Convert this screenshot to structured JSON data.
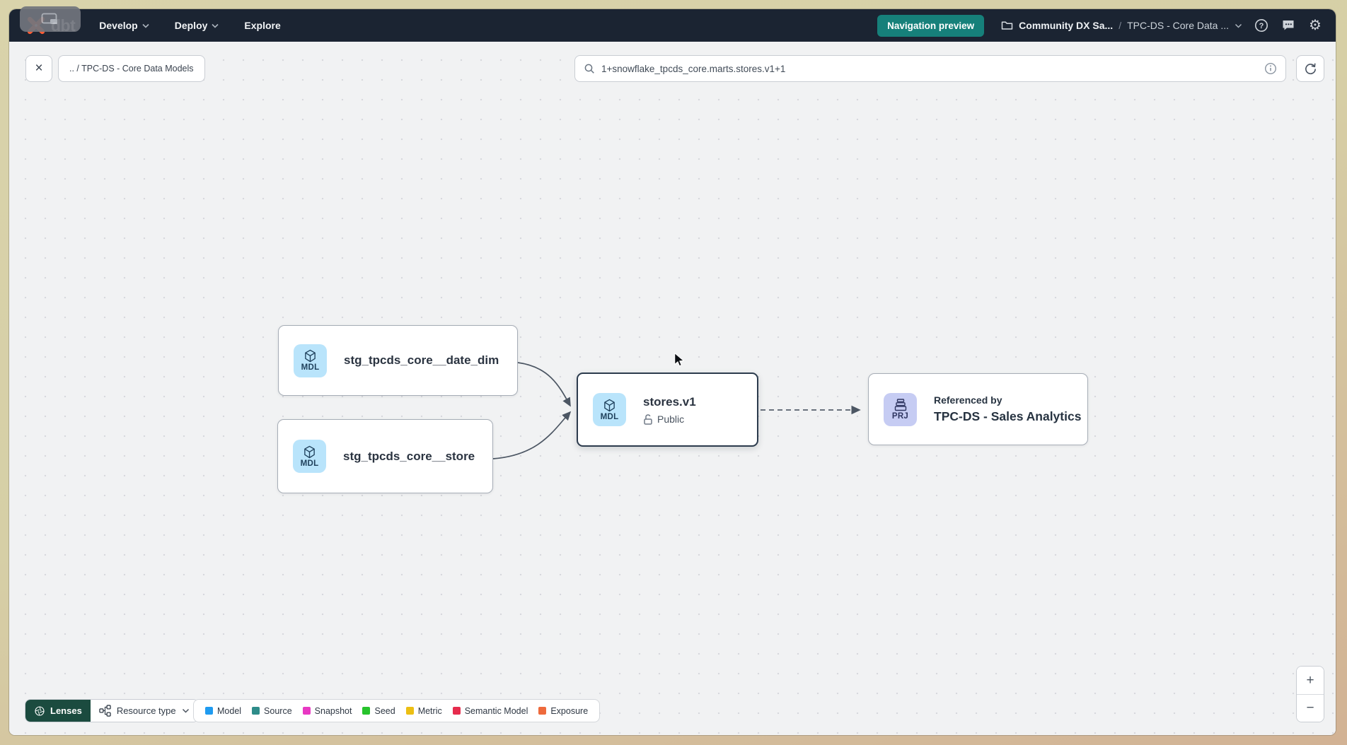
{
  "navbar": {
    "logo_text": "dbt",
    "menu_develop": "Develop",
    "menu_deploy": "Deploy",
    "menu_explore": "Explore",
    "preview_badge": "Navigation preview",
    "breadcrumb_account": "Community DX Sa...",
    "breadcrumb_separator": "/",
    "breadcrumb_project": "TPC-DS - Core Data ..."
  },
  "toolbar": {
    "close_glyph": "×",
    "path_chip": ".. / TPC-DS - Core Data Models",
    "search_value": "1+snowflake_tpcds_core.marts.stores.v1+1"
  },
  "graph": {
    "node_date_dim": {
      "badge": "MDL",
      "label": "stg_tpcds_core__date_dim"
    },
    "node_store": {
      "badge": "MDL",
      "label": "stg_tpcds_core__store"
    },
    "node_stores_v1": {
      "badge": "MDL",
      "label": "stores.v1",
      "access": "Public"
    },
    "node_referenced_project": {
      "badge": "PRJ",
      "title": "Referenced by",
      "label": "TPC-DS - Sales Analytics"
    }
  },
  "footer": {
    "lenses_label": "Lenses",
    "resource_type_label": "Resource type",
    "legend": [
      {
        "label": "Model",
        "color": "#1f9bf0"
      },
      {
        "label": "Source",
        "color": "#2e8c89"
      },
      {
        "label": "Snapshot",
        "color": "#e838c3"
      },
      {
        "label": "Seed",
        "color": "#27c32c"
      },
      {
        "label": "Metric",
        "color": "#ecbf13"
      },
      {
        "label": "Semantic Model",
        "color": "#e62c4d"
      },
      {
        "label": "Exposure",
        "color": "#ee6a3c"
      }
    ]
  },
  "zoom_controls": {
    "zoom_in": "+",
    "zoom_out": "−"
  },
  "colors": {
    "navbar_bg": "#1b2432",
    "accent_teal": "#16807a",
    "logo_orange": "#ff5c35",
    "model_icon_bg": "#b9e4fb",
    "project_icon_bg": "#c6ccf3",
    "lenses_bg": "#1b4b3f",
    "selected_border": "#2c3b4d",
    "edge": "#4c5663"
  }
}
